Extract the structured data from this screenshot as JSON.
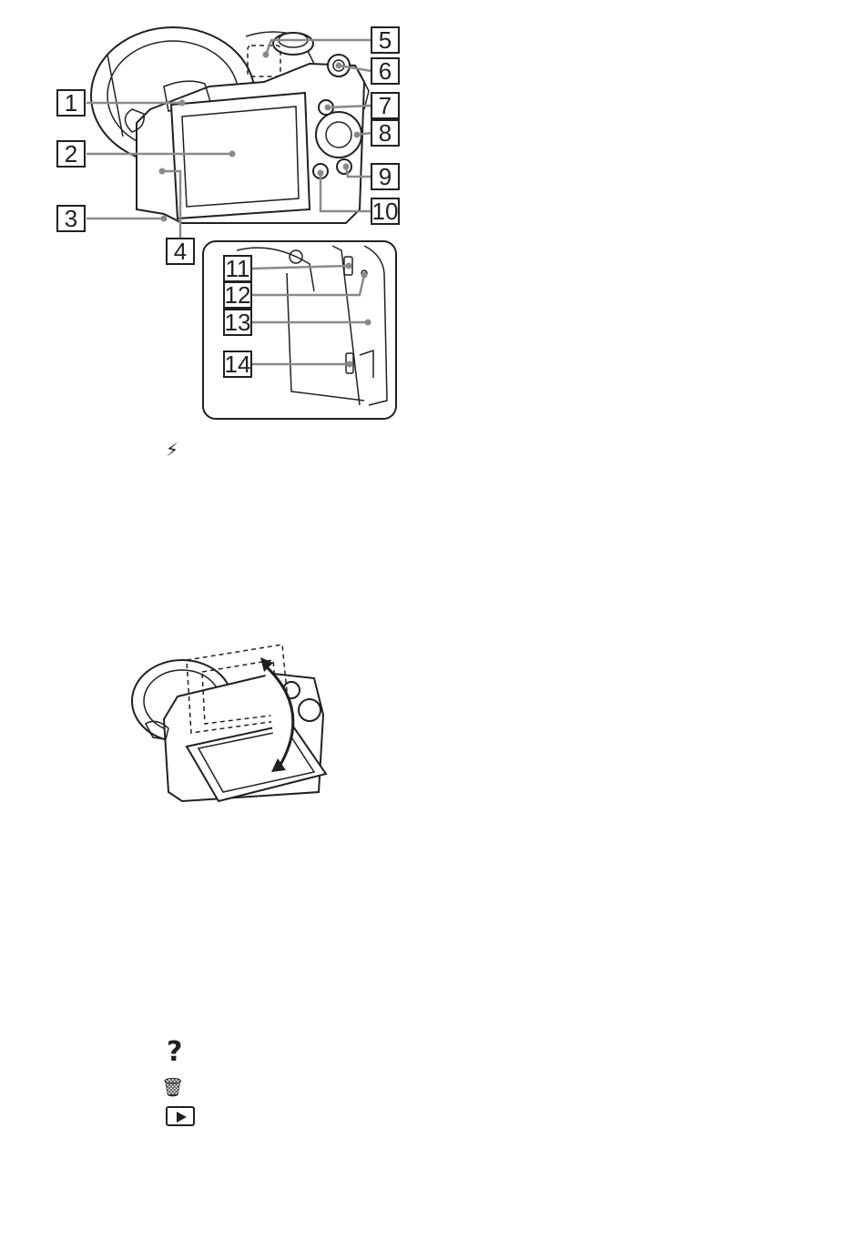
{
  "callouts": [
    {
      "label": "1"
    },
    {
      "label": "2"
    },
    {
      "label": "3"
    },
    {
      "label": "4"
    },
    {
      "label": "5"
    },
    {
      "label": "6"
    },
    {
      "label": "7"
    },
    {
      "label": "8"
    },
    {
      "label": "9"
    },
    {
      "label": "10"
    },
    {
      "label": "11"
    },
    {
      "label": "12"
    },
    {
      "label": "13"
    },
    {
      "label": "14"
    }
  ],
  "symbols": {
    "flash": "flash-icon",
    "help": "question-icon",
    "trash": "trash-icon",
    "play": "play-icon"
  },
  "colors": {
    "ink": "#231f20",
    "leader": "#8a8a8a"
  }
}
